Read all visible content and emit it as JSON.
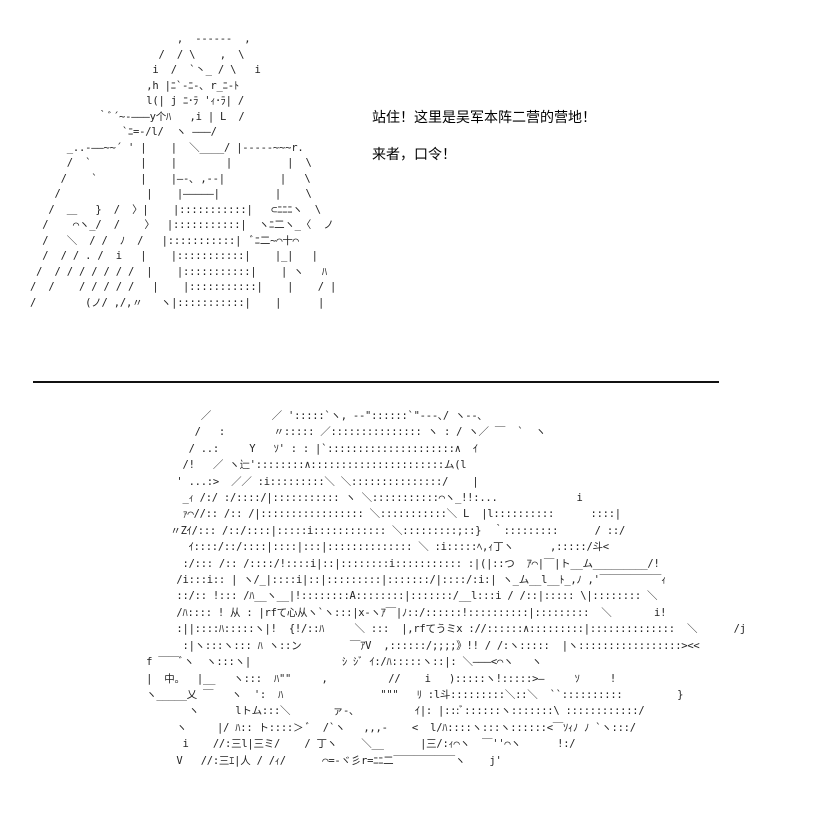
{
  "dialogue": {
    "line_1": "站住！这里是吴军本阵二营的营地！",
    "line_2": "来者，口令！"
  },
  "artwork": {
    "top": [
      "                        ,  ------  ,",
      "                     /  / \\    ,  \\",
      "                    i  /  `丶_ / \\   i",
      "                   ,h |ﾆ`-ﾆ‐､ r_ﾆ-ﾄ",
      "                   l(| j ﾆ･ﾗ 'ｨ･ﾗ| /",
      "           ｀ﾞ´~-―――y个ﾊ   ,i | L  /",
      "               `ﾆ=-/l/  ヽ ―――/",
      "      _..-――~~´ ' |    |  ＼____/ |-‐---~~~r.",
      "      /  `        |    |        |         |  \\",
      "     /    `       |    |―-､ ,-‐|         |   \\",
      "    /              |    |―――――|         |    \\",
      "   /  ＿   }  /  〉|    |:::::::::::|   ⊂ﾆﾆﾆヽ  \\",
      "  /    ⌒ヽ_/  /    〉  |:::::::::::|  ヽﾆ二ヽ_〈  ノ",
      "  /   ＼  / /  ﾉ  /   |:::::::::::|  ﾞﾆ二~⌒十⌒",
      "  /  / / . /  i   |    |:::::::::::|    |_|   |",
      " /  / / / / / / /  |    |:::::::::::|    | ヽ   ﾊ",
      "/  /    / / / / /   |    |:::::::::::|    |    / |",
      "/        (ノ/ ,/,〃   ヽ|:::::::::::|    |      |"
    ],
    "bottom": [
      "          ／          ／ ':::::`ヽ, -‐\"::::::`\"‐--､/ ヽ--､",
      "         /   :        〃::::: ／::::::::::::::: ヽ : / ヽ／ ￣  `  ヽ",
      "        / ..:     Y   ｿ' : : |`:::::::::::::::::::::∧  ｲ",
      "       /!   ／ ヽ辷'::::::::∧::::::::::::::::::::::ム(l",
      "      ' ...:>  ／／ :i:::::::::＼ ＼:::::::::::::::/    |",
      "       _ｨ /:/ :/::::/|::::::::::: ヽ ＼:::::::::::⌒ヽ_!!:...             i",
      "       ｧ⌒//:: /:: /|::::::::::::::::: ＼:::::::::::＼ L  |l::::::::::      ::::|",
      "     〃Zｲ/::: /::/::::|:::::i:::::::::::: ＼:::::::::;::}  ｀:::::::::      / ::/",
      "        ｲ::::/::/::::|::::|:::|:::::::::::::: ＼ :i:::::ﾍ,ｨ丁ヽ      ,:::::/斗<",
      "       :/::: /:: /::::/!::::i|::|::::::::i::::::::::: :|(|::つ  ｱ⌒|￣|ト__ム_________/!",
      "      /i:::i:: | ヽ/_|::::i|::|:::::::::|:::::::/|::::/:i:| ヽ_ム__l__ﾄ_,ﾉ ,'￣￣￣￣￣￣ｨ",
      "      ::/:: !::: /ﾊ__ヽ__|!::::::::A::::::::|:::::::/__l:::i / /::|::::: \\|:::::::: ＼",
      "      /ﾊ:::: ! 从 : |rfて心从ヽ`ヽ:::|x‐ヽｱ￣|ﾉ::/::::::!::::::::::|:::::::::  ＼       i!",
      "      :||::::ﾊ:::::ヽ|!  {!/::ﾊ     ＼ :::  |,rfてうミx ://::::::∧:::::::::|::::::::::::::  ＼      /j",
      "       :|ヽ:::ヽ::: ﾊ ヽ::ン        ￣ｱV  ,::::::/;;;;》!! / /:ヽ:::::  |ヽ:::::::::::::::::><<",
      " f ￣￣ﾞヽ  ヽ:::ヽ|               ｼ ｼﾞ ｲ:/ﾊ:::::ヽ::|: ＼―――<⌒ヽ   ヽ",
      " |  中。  |__   ヽ:::  ﾊ\"\"     ,          //    i   ):::::ヽ!:::::>―     ｿ     !",
      " ヽ_____乂 ￣   ヽ  ':  ﾊ                \"\"\"   ﾘ :l斗:::::::::＼::＼  ``::::::::::         }",
      "        ヽ      lトム:::＼       ァ-､          ｲ|: |:::ﾞ::::::ヽ:::::::\\ ::::::::::::/",
      "      ヽ     |/ ﾊ:: ト::::＞ ﾞ  /`ヽ   ,,,-    <  l/ﾊ::::ヽ:::ヽ::::::<￣ｿｨﾉ ﾉ `ヽ:::/",
      "       i    //:三l|三ミ/    / 丁ヽ    ＼__      |三/:ｨ⌒ヽ  ￣''⌒ヽ      !:/",
      "      V   //:三ｴ|人 / /ｨ/      ⌒=-ヾ彡r=ﾆﾆ二￣￣￣￣￣￣ヽ    j'"
    ]
  }
}
